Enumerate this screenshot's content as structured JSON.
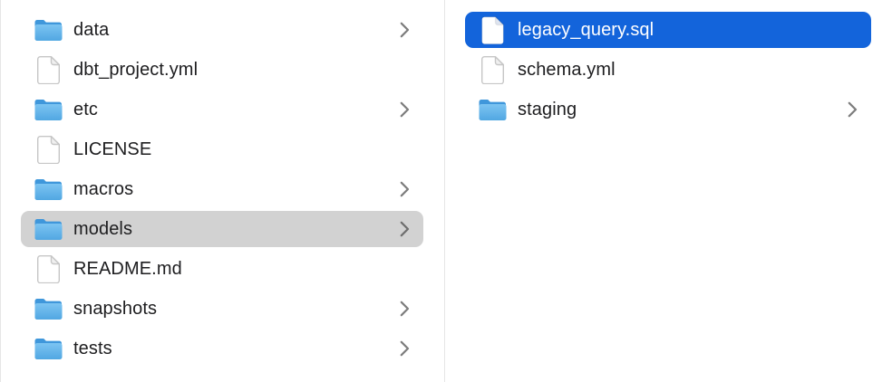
{
  "app": {
    "view": "file-browser-column-view"
  },
  "colors": {
    "selection_active": "#1364db",
    "selection_inactive": "#d2d2d2",
    "divider": "#e6e6e6",
    "text": "#1d1d1f",
    "text_selected": "#ffffff",
    "chevron": "#7d7d7d",
    "chevron_on_gray": "#6e6e6e",
    "folder_front": "#7cc4f2",
    "folder_back": "#3f97db",
    "doc_border": "#c6c6c6"
  },
  "columns": [
    {
      "name": "root-column",
      "items": [
        {
          "label": "data",
          "type": "folder",
          "chevron": true,
          "selected": "none"
        },
        {
          "label": "dbt_project.yml",
          "type": "file",
          "chevron": false,
          "selected": "none"
        },
        {
          "label": "etc",
          "type": "folder",
          "chevron": true,
          "selected": "none"
        },
        {
          "label": "LICENSE",
          "type": "file",
          "chevron": false,
          "selected": "none"
        },
        {
          "label": "macros",
          "type": "folder",
          "chevron": true,
          "selected": "none"
        },
        {
          "label": "models",
          "type": "folder",
          "chevron": true,
          "selected": "inactive"
        },
        {
          "label": "README.md",
          "type": "file",
          "chevron": false,
          "selected": "none"
        },
        {
          "label": "snapshots",
          "type": "folder",
          "chevron": true,
          "selected": "none"
        },
        {
          "label": "tests",
          "type": "folder",
          "chevron": true,
          "selected": "none"
        }
      ]
    },
    {
      "name": "models-column",
      "items": [
        {
          "label": "legacy_query.sql",
          "type": "file",
          "chevron": false,
          "selected": "active"
        },
        {
          "label": "schema.yml",
          "type": "file",
          "chevron": false,
          "selected": "none"
        },
        {
          "label": "staging",
          "type": "folder",
          "chevron": true,
          "selected": "none"
        }
      ]
    }
  ]
}
